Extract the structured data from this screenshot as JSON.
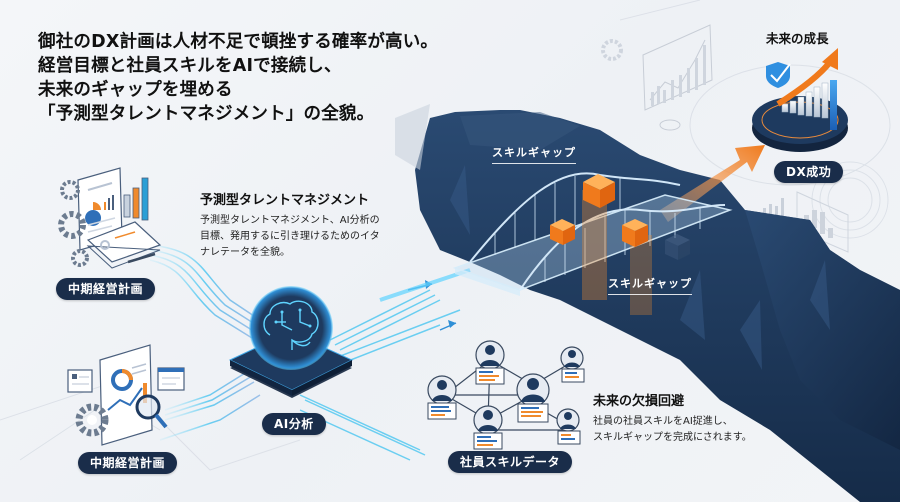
{
  "headline": {
    "lines": [
      "御社のDX計画は人材不足で頓挫する確率が高い。",
      "経営目標と社員スキルをAIで接続し、",
      "未来のギャップを埋める",
      "「予測型タレントマネジメント」の全貌。"
    ]
  },
  "nodes": {
    "plan_top": {
      "label": "中期経営計画",
      "icon": "report-gears-chart-icon"
    },
    "plan_bottom": {
      "label": "中期経営計画",
      "icon": "report-magnifier-gear-icon"
    },
    "ai": {
      "label": "AI分析",
      "icon": "brain-circuit-icon"
    },
    "skills": {
      "label": "社員スキルデータ",
      "icon": "employee-network-icon"
    },
    "dx": {
      "label": "DX成功",
      "icon": "growth-bar-chart-icon",
      "title": "未来の成長"
    }
  },
  "predictive_block": {
    "title": "予測型タレントマネジメント",
    "body": [
      "予測型タレントマネジメント、AI分析の",
      "目標、発用するに引き理けるためのイタ",
      "ナレテータを全貌。"
    ]
  },
  "avoidance_block": {
    "title": "未来の欠損回避",
    "body": [
      "社員の社員スキルをAI捉進し、",
      "スキルギャップを完成にされます。"
    ]
  },
  "bridge": {
    "gap_label_top": "スキルギャップ",
    "gap_label_bottom": "スキルギャップ"
  },
  "colors": {
    "navy": "#1a2d4a",
    "cliff": "#1e3a5f",
    "orange": "#f08a2c",
    "cyan": "#3fc3f0",
    "blue": "#2f7fd6",
    "background": "#f1f3f6"
  }
}
